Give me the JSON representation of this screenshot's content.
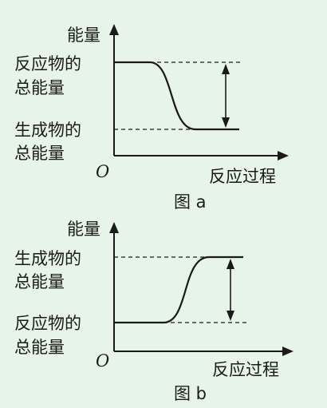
{
  "figure_a": {
    "y_axis_label": "能量",
    "top_label_line1": "反应物的",
    "top_label_line2": "总能量",
    "bottom_label_line1": "生成物的",
    "bottom_label_line2": "总能量",
    "origin_label": "O",
    "x_axis_label": "反应过程",
    "caption": "图 a"
  },
  "figure_b": {
    "y_axis_label": "能量",
    "top_label_line1": "生成物的",
    "top_label_line2": "总能量",
    "bottom_label_line1": "反应物的",
    "bottom_label_line2": "总能量",
    "origin_label": "O",
    "x_axis_label": "反应过程",
    "caption": "图 b"
  }
}
